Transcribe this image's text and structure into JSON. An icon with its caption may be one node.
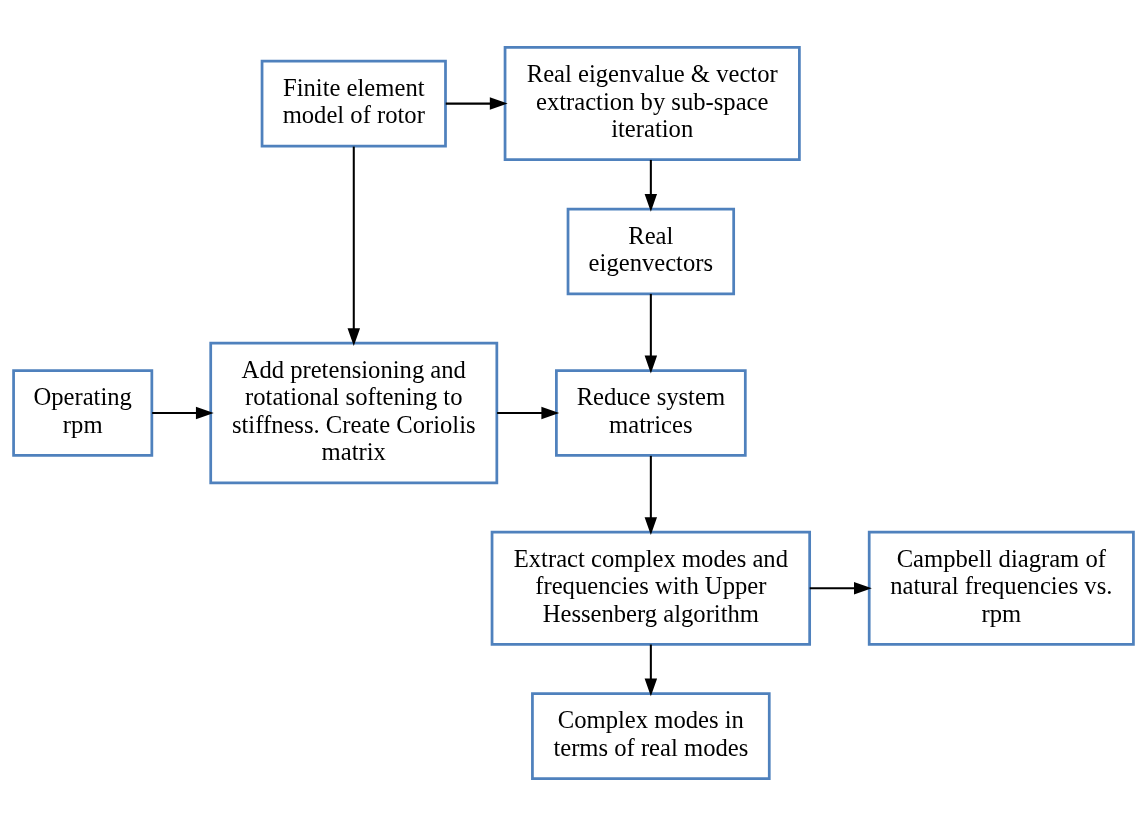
{
  "diagram": {
    "nodes": [
      {
        "text": [
          "Finite element model of rotor"
        ]
      },
      {
        "text": [
          "Real eigenvalue & vector extraction by sub-space iteration"
        ]
      },
      {
        "text": [
          "Real eigenvectors"
        ]
      },
      {
        "text": [
          "Operating rpm"
        ]
      },
      {
        "text": [
          "Add pretensioning and rotational softening to stiffness. Create Coriolis matrix"
        ]
      },
      {
        "text": [
          "Reduce system matrices"
        ]
      },
      {
        "text": [
          "Campbell diagram of natural frequencies vs. rpm"
        ]
      },
      {
        "text": [
          "Extract complex modes and frequencies with Upper Hessenberg algorithm"
        ]
      },
      {
        "text": [
          "Complex modes in terms of real modes"
        ]
      }
    ],
    "edges": [
      {
        "from": 0,
        "to": 1,
        "arrow": "to"
      },
      {
        "from": 1,
        "to": 2,
        "arrow": "to"
      },
      {
        "from": 0,
        "to": 4,
        "arrow": "to"
      },
      {
        "from": 2,
        "to": 5,
        "arrow": "to"
      },
      {
        "from": 3,
        "to": 4,
        "arrow": "to"
      },
      {
        "from": 4,
        "to": 5,
        "arrow": "to"
      },
      {
        "from": 5,
        "to": 7,
        "arrow": "to"
      },
      {
        "from": 7,
        "to": 6,
        "arrow": "to"
      },
      {
        "from": 7,
        "to": 8,
        "arrow": "to"
      }
    ]
  }
}
